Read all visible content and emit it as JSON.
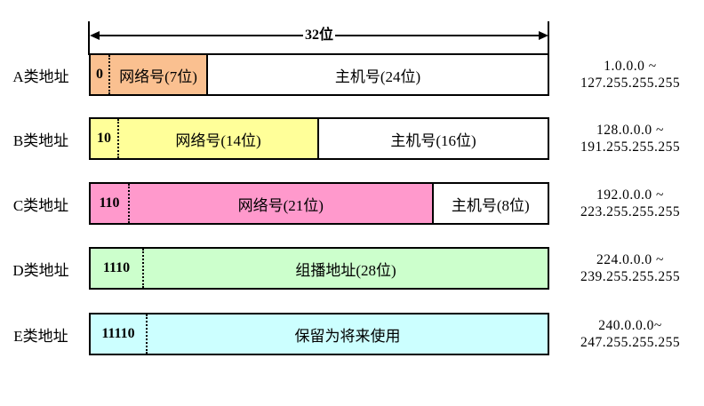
{
  "arrow": {
    "label": "32位"
  },
  "rows": [
    {
      "label": "A类地址",
      "prefix_bits": "0",
      "network_label": "网络号(7位)",
      "host_label": "主机号(24位)",
      "range_line1": "1.0.0.0 ~",
      "range_line2": "127.255.255.255",
      "color": "#FAC090"
    },
    {
      "label": "B类地址",
      "prefix_bits": "10",
      "network_label": "网络号(14位)",
      "host_label": "主机号(16位)",
      "range_line1": "128.0.0.0 ~",
      "range_line2": "191.255.255.255",
      "color": "#FFFF99"
    },
    {
      "label": "C类地址",
      "prefix_bits": "110",
      "network_label": "网络号(21位)",
      "host_label": "主机号(8位)",
      "range_line1": "192.0.0.0 ~",
      "range_line2": "223.255.255.255",
      "color": "#FF99CC"
    },
    {
      "label": "D类地址",
      "prefix_bits": "1110",
      "network_label": "组播地址(28位)",
      "host_label": null,
      "range_line1": "224.0.0.0 ~",
      "range_line2": "239.255.255.255",
      "color": "#CCFFCC"
    },
    {
      "label": "E类地址",
      "prefix_bits": "11110",
      "network_label": "保留为将来使用",
      "host_label": null,
      "range_line1": "240.0.0.0~",
      "range_line2": "247.255.255.255",
      "color": "#CCFFFF"
    }
  ]
}
